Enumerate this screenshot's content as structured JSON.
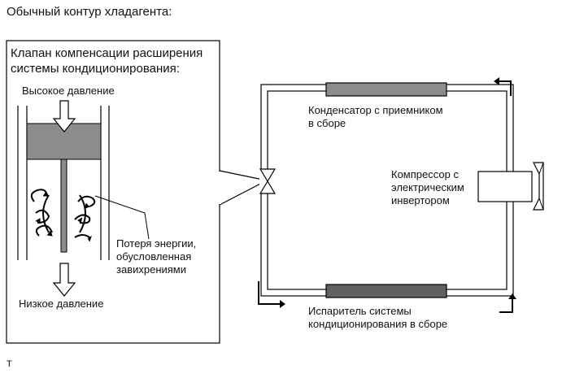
{
  "page_title": "Обычный контур хладагента:",
  "callout": {
    "title_line1": "Клапан компенсации расширения",
    "title_line2": "системы кондиционирования:",
    "high_pressure": "Высокое давление",
    "low_pressure": "Низкое давление",
    "energy_loss_line1": "Потеря энергии,",
    "energy_loss_line2": "обусловленная",
    "energy_loss_line3": "завихрениями"
  },
  "circuit": {
    "condenser_line1": "Конденсатор с приемником",
    "condenser_line2": "в сборе",
    "compressor_line1": "Компрессор с",
    "compressor_line2": "электрическим",
    "compressor_line3": "инвертором",
    "evaporator_line1": "Испаритель системы",
    "evaporator_line2": "кондиционирования в сборе"
  },
  "footer_mark": "T",
  "colors": {
    "piston_fill": "#8c8c8c",
    "condenser_fill": "#8c8c8c",
    "evaporator_fill": "#606060",
    "line": "#000000"
  }
}
